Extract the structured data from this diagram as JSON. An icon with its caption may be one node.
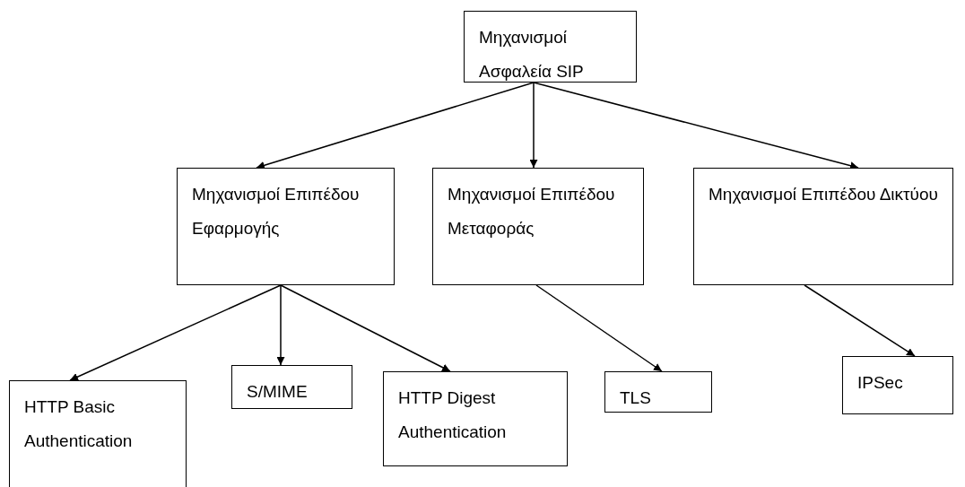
{
  "diagram": {
    "nodes": [
      {
        "text": [
          "Μηχανισμοί Ασφαλεία SIP"
        ]
      },
      {
        "text": [
          "Μηχανισμοί Επιπέδου Εφαρμογής"
        ]
      },
      {
        "text": [
          "Μηχανισμοί Επιπέδου Μεταφοράς"
        ]
      },
      {
        "text": [
          "Μηχανισμοί Επιπέδου Δικτύου"
        ]
      },
      {
        "text": [
          "HTTP Basic Authentication"
        ]
      },
      {
        "text": [
          "S/MIME"
        ]
      },
      {
        "text": [
          "HTTP Digest Authentication"
        ]
      },
      {
        "text": [
          "TLS"
        ]
      },
      {
        "text": [
          "IPSec"
        ]
      }
    ],
    "edges": [
      {
        "from": 0,
        "to": 1,
        "arrow": "to"
      },
      {
        "from": 0,
        "to": 2,
        "arrow": "to"
      },
      {
        "from": 0,
        "to": 3,
        "arrow": "to"
      },
      {
        "from": 1,
        "to": 4,
        "arrow": "to"
      },
      {
        "from": 1,
        "to": 5,
        "arrow": "to"
      },
      {
        "from": 1,
        "to": 6,
        "arrow": "to"
      },
      {
        "from": 2,
        "to": 7,
        "arrow": "to"
      },
      {
        "from": 3,
        "to": 8,
        "arrow": "to"
      }
    ]
  }
}
